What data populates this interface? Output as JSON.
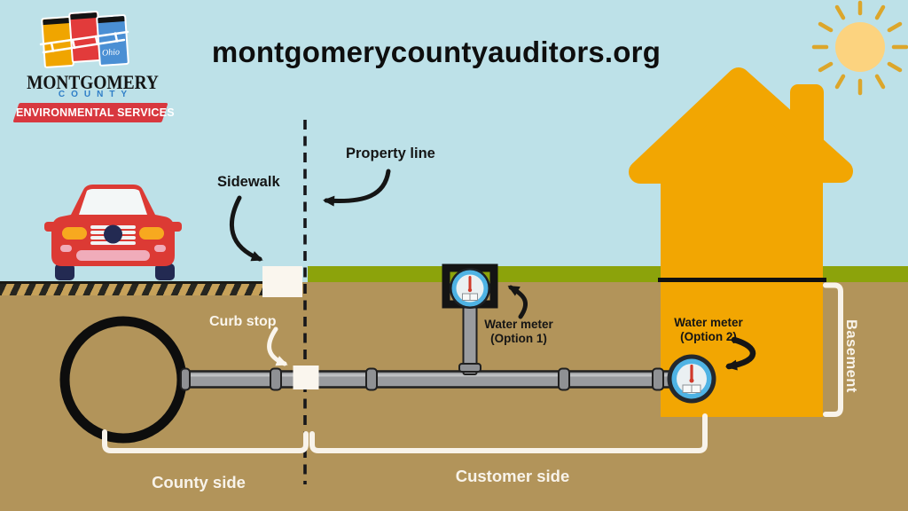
{
  "header": {
    "url": "montgomerycountyauditors.org"
  },
  "logo": {
    "name": "MONTGOMERY",
    "subname": "COUNTY",
    "banner": "ENVIRONMENTAL SERVICES",
    "flag_text": "Ohio"
  },
  "labels": {
    "sidewalk": "Sidewalk",
    "property_line": "Property line",
    "curb_stop": "Curb stop",
    "meter1_l1": "Water meter",
    "meter1_l2": "(Option 1)",
    "meter2_l1": "Water meter",
    "meter2_l2": "(Option 2)",
    "basement": "Basement",
    "county_side": "County side",
    "customer_side": "Customer side"
  },
  "colors": {
    "sky": "#BDE1E8",
    "grass": "#8CA30B",
    "ground": "#B2945A",
    "house": "#F2A602",
    "sun": "#FCD37F",
    "sun_rays": "#DCA62B",
    "pipe_gray": "#9A9C9F",
    "car_red": "#DC3A34",
    "meter_blue": "#4FB3E4",
    "needle_red": "#D03A2B",
    "white_accent": "#F8F3EA",
    "line_black": "#151515",
    "logo_red": "#D8383F",
    "logo_blue": "#2F7EC7"
  }
}
